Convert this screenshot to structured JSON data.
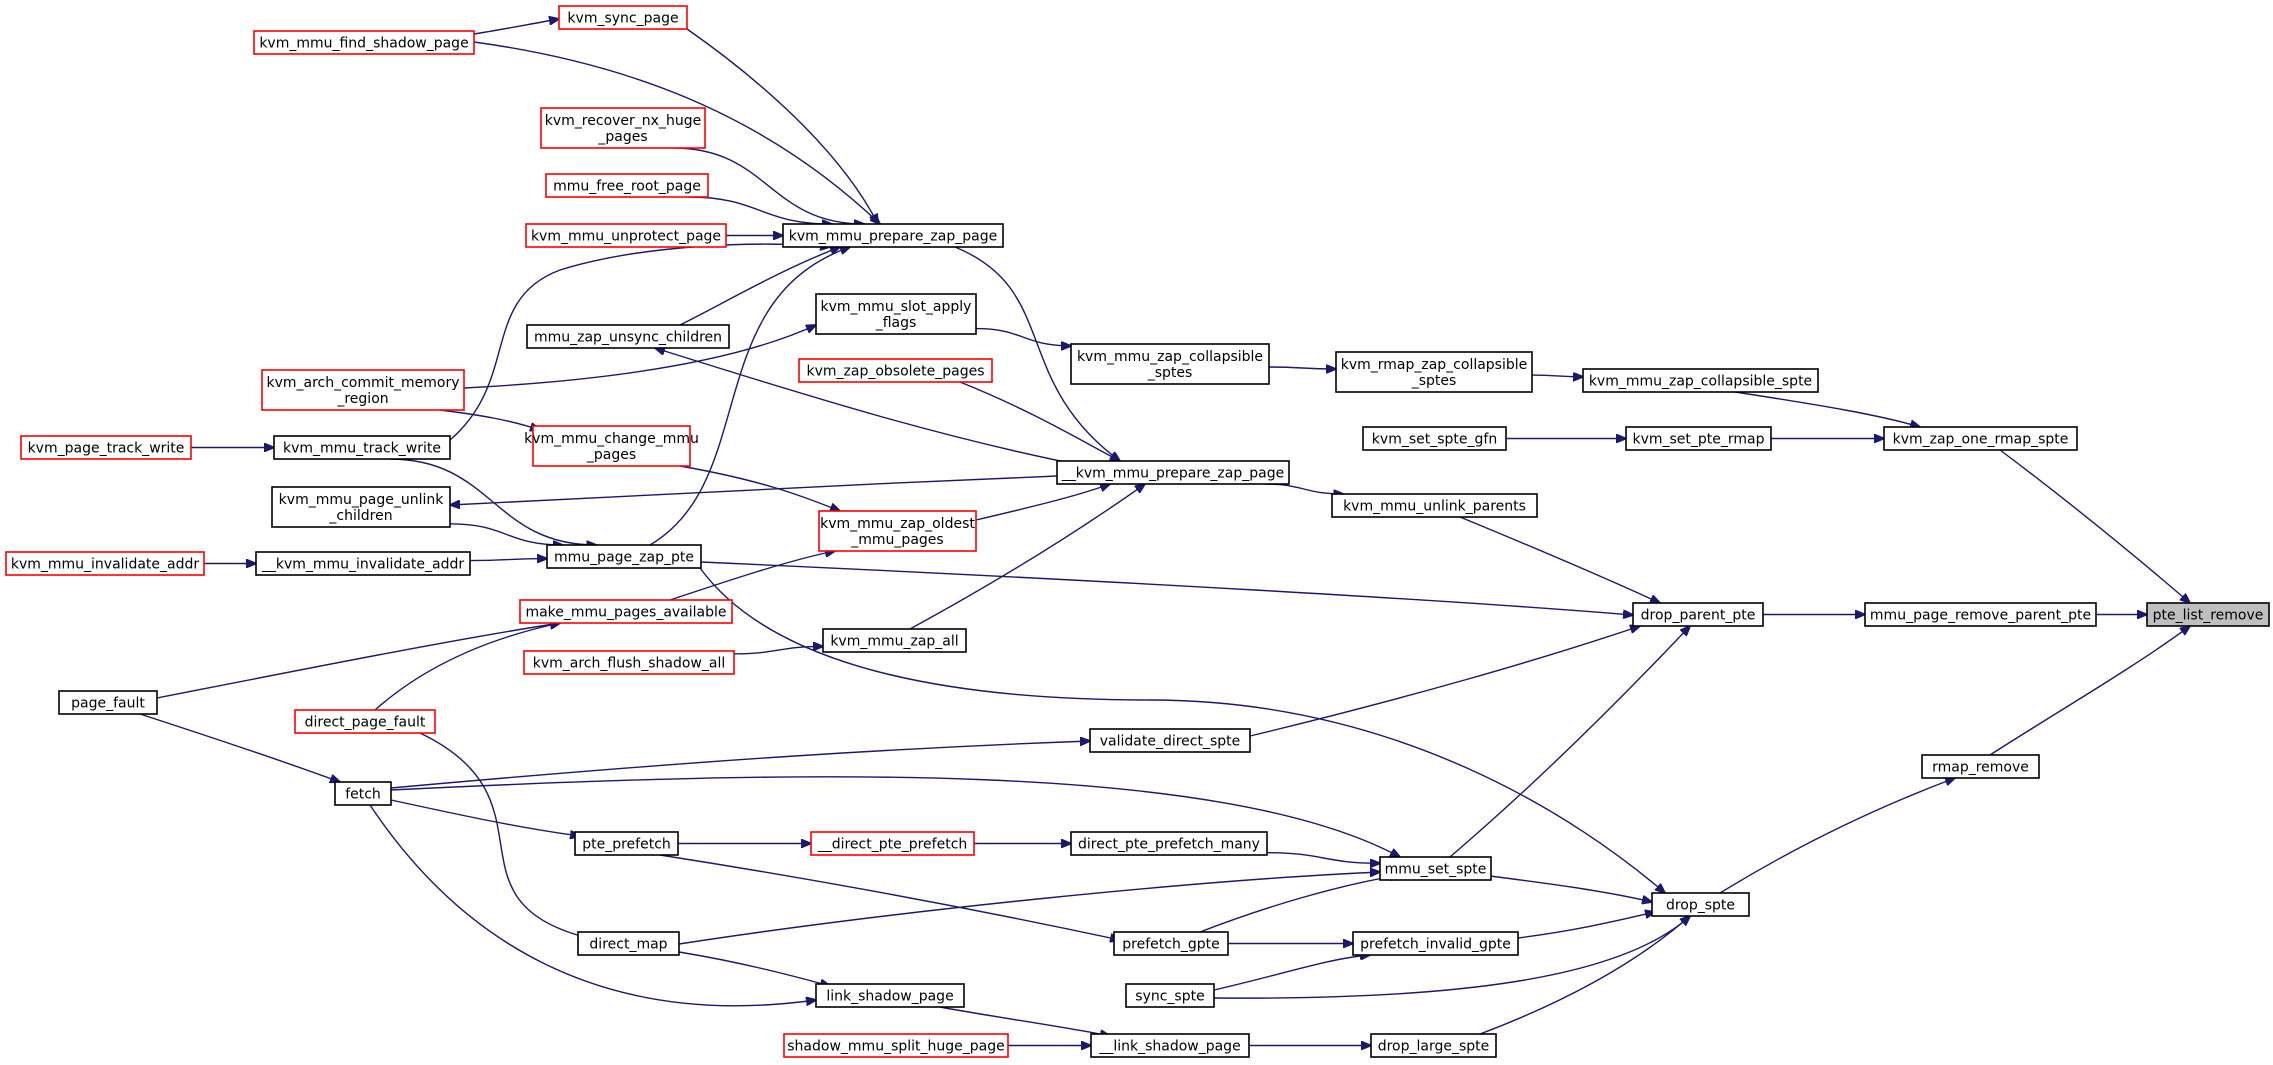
{
  "graph": {
    "title": "",
    "colors": {
      "edge": "#191970",
      "node_border": "#000000",
      "truncated_node_border": "#ff0000",
      "highlight_fill": "#bfbfbf",
      "background": "#ffffff"
    },
    "nodes": [
      {
        "id": "pte_list_remove",
        "lines": [
          "pte_list_remove"
        ],
        "style": "highlight"
      },
      {
        "id": "mmu_page_remove_parent_pte",
        "lines": [
          "mmu_page_remove_parent_pte"
        ],
        "style": "normal"
      },
      {
        "id": "rmap_remove",
        "lines": [
          "rmap_remove"
        ],
        "style": "normal"
      },
      {
        "id": "kvm_zap_one_rmap_spte",
        "lines": [
          "kvm_zap_one_rmap_spte"
        ],
        "style": "normal"
      },
      {
        "id": "kvm_mmu_zap_collapsible_spte",
        "lines": [
          "kvm_mmu_zap_collapsible_spte"
        ],
        "style": "normal"
      },
      {
        "id": "kvm_set_pte_rmap",
        "lines": [
          "kvm_set_pte_rmap"
        ],
        "style": "normal"
      },
      {
        "id": "kvm_set_spte_gfn",
        "lines": [
          "kvm_set_spte_gfn"
        ],
        "style": "normal"
      },
      {
        "id": "kvm_rmap_zap_collapsible_sptes",
        "lines": [
          "kvm_rmap_zap_collapsible",
          "_sptes"
        ],
        "style": "normal"
      },
      {
        "id": "kvm_mmu_zap_collapsible_sptes",
        "lines": [
          "kvm_mmu_zap_collapsible",
          "_sptes"
        ],
        "style": "normal"
      },
      {
        "id": "kvm_mmu_slot_apply_flags",
        "lines": [
          "kvm_mmu_slot_apply",
          "_flags"
        ],
        "style": "normal"
      },
      {
        "id": "kvm_arch_commit_memory_region",
        "lines": [
          "kvm_arch_commit_memory",
          "_region"
        ],
        "style": "truncated"
      },
      {
        "id": "drop_parent_pte",
        "lines": [
          "drop_parent_pte"
        ],
        "style": "normal"
      },
      {
        "id": "kvm_mmu_unlink_parents",
        "lines": [
          "kvm_mmu_unlink_parents"
        ],
        "style": "normal"
      },
      {
        "id": "__kvm_mmu_prepare_zap_page",
        "lines": [
          "__kvm_mmu_prepare_zap_page"
        ],
        "style": "normal"
      },
      {
        "id": "kvm_mmu_prepare_zap_page",
        "lines": [
          "kvm_mmu_prepare_zap_page"
        ],
        "style": "normal"
      },
      {
        "id": "kvm_sync_page",
        "lines": [
          "kvm_sync_page"
        ],
        "style": "truncated"
      },
      {
        "id": "kvm_mmu_find_shadow_page",
        "lines": [
          "kvm_mmu_find_shadow_page"
        ],
        "style": "truncated"
      },
      {
        "id": "kvm_recover_nx_huge_pages",
        "lines": [
          "kvm_recover_nx_huge",
          "_pages"
        ],
        "style": "truncated"
      },
      {
        "id": "mmu_free_root_page",
        "lines": [
          "mmu_free_root_page"
        ],
        "style": "truncated"
      },
      {
        "id": "kvm_mmu_unprotect_page",
        "lines": [
          "kvm_mmu_unprotect_page"
        ],
        "style": "truncated"
      },
      {
        "id": "mmu_zap_unsync_children",
        "lines": [
          "mmu_zap_unsync_children"
        ],
        "style": "normal"
      },
      {
        "id": "kvm_mmu_track_write",
        "lines": [
          "kvm_mmu_track_write"
        ],
        "style": "normal"
      },
      {
        "id": "kvm_page_track_write",
        "lines": [
          "kvm_page_track_write"
        ],
        "style": "truncated"
      },
      {
        "id": "mmu_page_zap_pte",
        "lines": [
          "mmu_page_zap_pte"
        ],
        "style": "normal"
      },
      {
        "id": "kvm_mmu_page_unlink_children",
        "lines": [
          "kvm_mmu_page_unlink",
          "_children"
        ],
        "style": "normal"
      },
      {
        "id": "__kvm_mmu_invalidate_addr",
        "lines": [
          "__kvm_mmu_invalidate_addr"
        ],
        "style": "normal"
      },
      {
        "id": "kvm_mmu_invalidate_addr",
        "lines": [
          "kvm_mmu_invalidate_addr"
        ],
        "style": "truncated"
      },
      {
        "id": "kvm_zap_obsolete_pages",
        "lines": [
          "kvm_zap_obsolete_pages"
        ],
        "style": "truncated"
      },
      {
        "id": "kvm_mmu_zap_oldest_mmu_pages",
        "lines": [
          "kvm_mmu_zap_oldest",
          "_mmu_pages"
        ],
        "style": "truncated"
      },
      {
        "id": "kvm_mmu_change_mmu_pages",
        "lines": [
          "kvm_mmu_change_mmu",
          "_pages"
        ],
        "style": "truncated"
      },
      {
        "id": "make_mmu_pages_available",
        "lines": [
          "make_mmu_pages_available"
        ],
        "style": "truncated"
      },
      {
        "id": "kvm_mmu_zap_all",
        "lines": [
          "kvm_mmu_zap_all"
        ],
        "style": "normal"
      },
      {
        "id": "kvm_arch_flush_shadow_all",
        "lines": [
          "kvm_arch_flush_shadow_all"
        ],
        "style": "truncated"
      },
      {
        "id": "page_fault",
        "lines": [
          "page_fault"
        ],
        "style": "normal"
      },
      {
        "id": "direct_page_fault",
        "lines": [
          "direct_page_fault"
        ],
        "style": "truncated"
      },
      {
        "id": "validate_direct_spte",
        "lines": [
          "validate_direct_spte"
        ],
        "style": "normal"
      },
      {
        "id": "fetch",
        "lines": [
          "fetch"
        ],
        "style": "normal"
      },
      {
        "id": "mmu_set_spte",
        "lines": [
          "mmu_set_spte"
        ],
        "style": "normal"
      },
      {
        "id": "pte_prefetch",
        "lines": [
          "pte_prefetch"
        ],
        "style": "normal"
      },
      {
        "id": "__direct_pte_prefetch",
        "lines": [
          "__direct_pte_prefetch"
        ],
        "style": "truncated"
      },
      {
        "id": "direct_pte_prefetch_many",
        "lines": [
          "direct_pte_prefetch_many"
        ],
        "style": "normal"
      },
      {
        "id": "drop_spte",
        "lines": [
          "drop_spte"
        ],
        "style": "normal"
      },
      {
        "id": "direct_map",
        "lines": [
          "direct_map"
        ],
        "style": "normal"
      },
      {
        "id": "prefetch_gpte",
        "lines": [
          "prefetch_gpte"
        ],
        "style": "normal"
      },
      {
        "id": "prefetch_invalid_gpte",
        "lines": [
          "prefetch_invalid_gpte"
        ],
        "style": "normal"
      },
      {
        "id": "sync_spte",
        "lines": [
          "sync_spte"
        ],
        "style": "normal"
      },
      {
        "id": "link_shadow_page",
        "lines": [
          "link_shadow_page"
        ],
        "style": "normal"
      },
      {
        "id": "shadow_mmu_split_huge_page",
        "lines": [
          "shadow_mmu_split_huge_page"
        ],
        "style": "truncated"
      },
      {
        "id": "__link_shadow_page",
        "lines": [
          "__link_shadow_page"
        ],
        "style": "normal"
      },
      {
        "id": "drop_large_spte",
        "lines": [
          "drop_large_spte"
        ],
        "style": "normal"
      }
    ],
    "edges": [
      [
        "mmu_page_remove_parent_pte",
        "pte_list_remove"
      ],
      [
        "rmap_remove",
        "pte_list_remove"
      ],
      [
        "kvm_zap_one_rmap_spte",
        "pte_list_remove"
      ],
      [
        "drop_parent_pte",
        "mmu_page_remove_parent_pte"
      ],
      [
        "drop_spte",
        "rmap_remove"
      ],
      [
        "kvm_mmu_zap_collapsible_spte",
        "kvm_zap_one_rmap_spte"
      ],
      [
        "kvm_set_pte_rmap",
        "kvm_zap_one_rmap_spte"
      ],
      [
        "kvm_rmap_zap_collapsible_sptes",
        "kvm_mmu_zap_collapsible_spte"
      ],
      [
        "kvm_set_spte_gfn",
        "kvm_set_pte_rmap"
      ],
      [
        "kvm_mmu_zap_collapsible_sptes",
        "kvm_rmap_zap_collapsible_sptes"
      ],
      [
        "kvm_mmu_slot_apply_flags",
        "kvm_mmu_zap_collapsible_sptes"
      ],
      [
        "kvm_arch_commit_memory_region",
        "kvm_mmu_slot_apply_flags"
      ],
      [
        "kvm_mmu_unlink_parents",
        "drop_parent_pte"
      ],
      [
        "mmu_page_zap_pte",
        "drop_parent_pte"
      ],
      [
        "validate_direct_spte",
        "drop_parent_pte"
      ],
      [
        "mmu_set_spte",
        "drop_parent_pte"
      ],
      [
        "__kvm_mmu_prepare_zap_page",
        "kvm_mmu_unlink_parents"
      ],
      [
        "kvm_mmu_prepare_zap_page",
        "__kvm_mmu_prepare_zap_page"
      ],
      [
        "kvm_zap_obsolete_pages",
        "__kvm_mmu_prepare_zap_page"
      ],
      [
        "kvm_mmu_zap_oldest_mmu_pages",
        "__kvm_mmu_prepare_zap_page"
      ],
      [
        "kvm_mmu_zap_all",
        "__kvm_mmu_prepare_zap_page"
      ],
      [
        "__kvm_mmu_prepare_zap_page",
        "mmu_zap_unsync_children"
      ],
      [
        "__kvm_mmu_prepare_zap_page",
        "kvm_mmu_page_unlink_children"
      ],
      [
        "kvm_sync_page",
        "kvm_mmu_prepare_zap_page"
      ],
      [
        "kvm_mmu_find_shadow_page",
        "kvm_mmu_prepare_zap_page"
      ],
      [
        "kvm_recover_nx_huge_pages",
        "kvm_mmu_prepare_zap_page"
      ],
      [
        "mmu_free_root_page",
        "kvm_mmu_prepare_zap_page"
      ],
      [
        "kvm_mmu_unprotect_page",
        "kvm_mmu_prepare_zap_page"
      ],
      [
        "mmu_zap_unsync_children",
        "kvm_mmu_prepare_zap_page"
      ],
      [
        "kvm_mmu_track_write",
        "kvm_mmu_prepare_zap_page"
      ],
      [
        "mmu_page_zap_pte",
        "kvm_mmu_prepare_zap_page"
      ],
      [
        "kvm_mmu_find_shadow_page",
        "kvm_sync_page"
      ],
      [
        "kvm_page_track_write",
        "kvm_mmu_track_write"
      ],
      [
        "kvm_mmu_track_write",
        "mmu_page_zap_pte"
      ],
      [
        "kvm_mmu_page_unlink_children",
        "mmu_page_zap_pte"
      ],
      [
        "__kvm_mmu_invalidate_addr",
        "mmu_page_zap_pte"
      ],
      [
        "kvm_mmu_invalidate_addr",
        "__kvm_mmu_invalidate_addr"
      ],
      [
        "kvm_arch_commit_memory_region",
        "kvm_mmu_change_mmu_pages"
      ],
      [
        "kvm_mmu_change_mmu_pages",
        "kvm_mmu_zap_oldest_mmu_pages"
      ],
      [
        "make_mmu_pages_available",
        "kvm_mmu_zap_oldest_mmu_pages"
      ],
      [
        "page_fault",
        "make_mmu_pages_available"
      ],
      [
        "direct_page_fault",
        "make_mmu_pages_available"
      ],
      [
        "kvm_arch_flush_shadow_all",
        "kvm_mmu_zap_all"
      ],
      [
        "page_fault",
        "fetch"
      ],
      [
        "fetch",
        "validate_direct_spte"
      ],
      [
        "fetch",
        "mmu_set_spte"
      ],
      [
        "fetch",
        "pte_prefetch"
      ],
      [
        "fetch",
        "link_shadow_page"
      ],
      [
        "direct_page_fault",
        "direct_map"
      ],
      [
        "pte_prefetch",
        "__direct_pte_prefetch"
      ],
      [
        "__direct_pte_prefetch",
        "direct_pte_prefetch_many"
      ],
      [
        "direct_pte_prefetch_many",
        "mmu_set_spte"
      ],
      [
        "pte_prefetch",
        "prefetch_gpte"
      ],
      [
        "direct_map",
        "mmu_set_spte"
      ],
      [
        "prefetch_gpte",
        "mmu_set_spte"
      ],
      [
        "mmu_set_spte",
        "drop_spte"
      ],
      [
        "mmu_page_zap_pte",
        "drop_spte"
      ],
      [
        "prefetch_invalid_gpte",
        "drop_spte"
      ],
      [
        "sync_spte",
        "drop_spte"
      ],
      [
        "drop_large_spte",
        "drop_spte"
      ],
      [
        "prefetch_gpte",
        "prefetch_invalid_gpte"
      ],
      [
        "sync_spte",
        "prefetch_invalid_gpte"
      ],
      [
        "direct_map",
        "link_shadow_page"
      ],
      [
        "link_shadow_page",
        "__link_shadow_page"
      ],
      [
        "shadow_mmu_split_huge_page",
        "__link_shadow_page"
      ],
      [
        "__link_shadow_page",
        "drop_large_spte"
      ]
    ]
  }
}
